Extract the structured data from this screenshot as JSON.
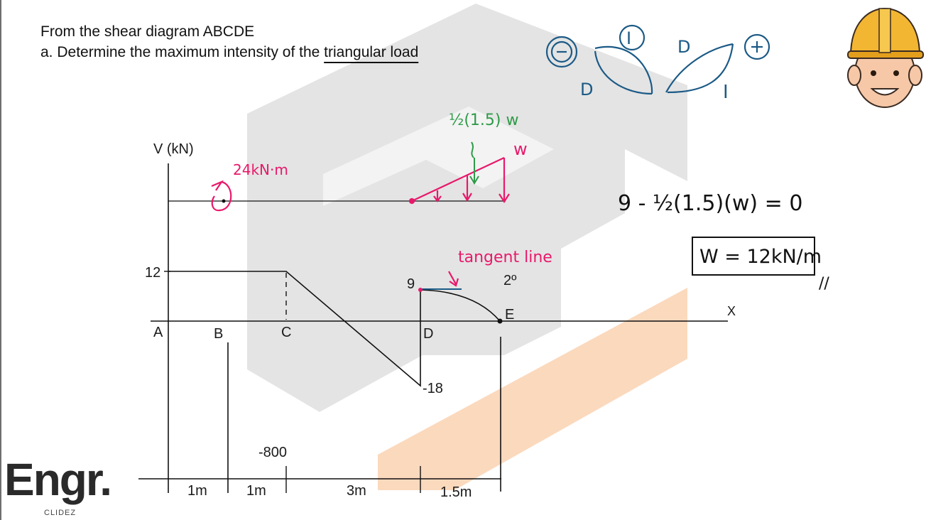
{
  "header": {
    "line1": "From the shear diagram ABCDE",
    "line2_prefix": "a. Determine the maximum intensity of the ",
    "line2_underlined": "triangular load"
  },
  "diagram": {
    "v_axis_label": "V (kN)",
    "x_axis_label": "X",
    "value_12": "12",
    "value_9": "9",
    "value_neg18": "-18",
    "value_neg800": "-800",
    "degree_label": "2º",
    "point_a": "A",
    "point_b": "B",
    "point_c": "C",
    "point_d": "D",
    "point_e": "E",
    "dim_1": "1m",
    "dim_2": "1m",
    "dim_3": "3m",
    "dim_4": "1.5m"
  },
  "annotations": {
    "moment": "24kN·m",
    "tangent": "tangent line",
    "area": "½(1.5) w",
    "w": "w",
    "equation": "9 - ½(1.5)(w) = 0",
    "answer": "W = 12kN/m",
    "answer_mark": "//",
    "sign_minus": "−",
    "sign_plus": "+",
    "sign_i": "I",
    "sign_d": "D"
  },
  "brand": {
    "logo": "Engr.",
    "sub": "CLIDEZ"
  },
  "colors": {
    "pink": "#e8196b",
    "green": "#2e9b48",
    "blue": "#1b5a86",
    "watermark_gray": "#e4e4e4",
    "watermark_orange": "#fbd9bd"
  }
}
